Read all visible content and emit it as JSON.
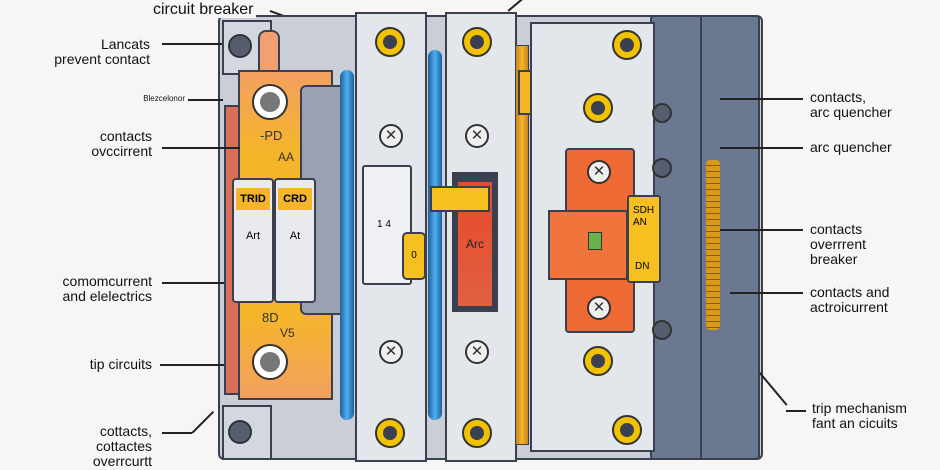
{
  "title_label": "circuit breaker",
  "left_labels": [
    {
      "text": "Lancats\nprevent contact"
    },
    {
      "text": "Blezcelonor"
    },
    {
      "text": "contacts\novccirrent"
    },
    {
      "text": "comomcurrent\nand elelectrics"
    },
    {
      "text": "tip circuits"
    },
    {
      "text": "cottacts,\ncottactes\noverrcurtt"
    }
  ],
  "right_labels": [
    {
      "text": "contacts,\narc quencher"
    },
    {
      "text": "arc quencher"
    },
    {
      "text": "contacts\noverrrent\nbreaker"
    },
    {
      "text": "contacts and\nactroicurrent"
    },
    {
      "text": "trip mechanism\nfant an cicuits"
    }
  ],
  "device_markings": {
    "top_plate": "-PD",
    "top_plate_right": "AA",
    "toggle_left": "TRID",
    "toggle_right": "CRD",
    "toggle_left_sub": "Art",
    "toggle_right_sub": "At",
    "bottom_plate": "8D",
    "bottom_plate_right": "V5",
    "center_toggle": "1 4",
    "center_tab": "0",
    "arc_window": "Arc",
    "right_tab_top": "SDH\nAN",
    "right_tab_bottom": "DN"
  },
  "colors": {
    "housing": "#6b7891",
    "plate": "#f5b52a",
    "orange": "#ef6a35",
    "wire": "#2f8fd8",
    "frame": "#d3d7de"
  }
}
